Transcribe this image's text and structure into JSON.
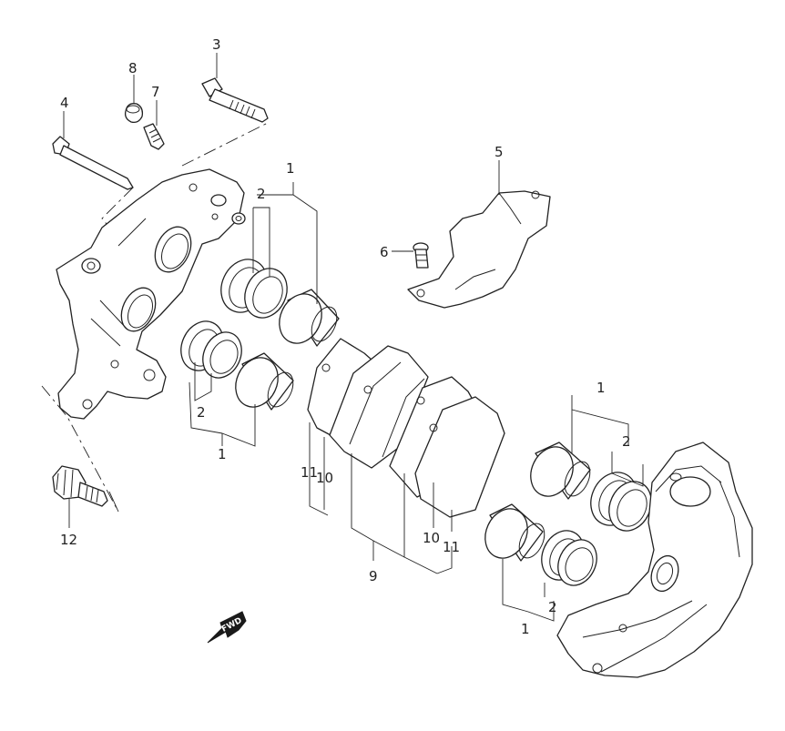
{
  "diagram": {
    "callouts": {
      "c1_top": "1",
      "c2_top": "2",
      "c3": "3",
      "c4": "4",
      "c5": "5",
      "c6": "6",
      "c7": "7",
      "c8": "8",
      "c2_left": "2",
      "c1_left": "1",
      "c11_left": "11",
      "c10_left": "10",
      "c12": "12",
      "c9": "9",
      "c10_right": "10",
      "c11_right": "11",
      "c1_right": "1",
      "c2_right": "2",
      "c2_bottom": "2",
      "c1_bottom": "1"
    },
    "fwd_label": "FWD"
  }
}
